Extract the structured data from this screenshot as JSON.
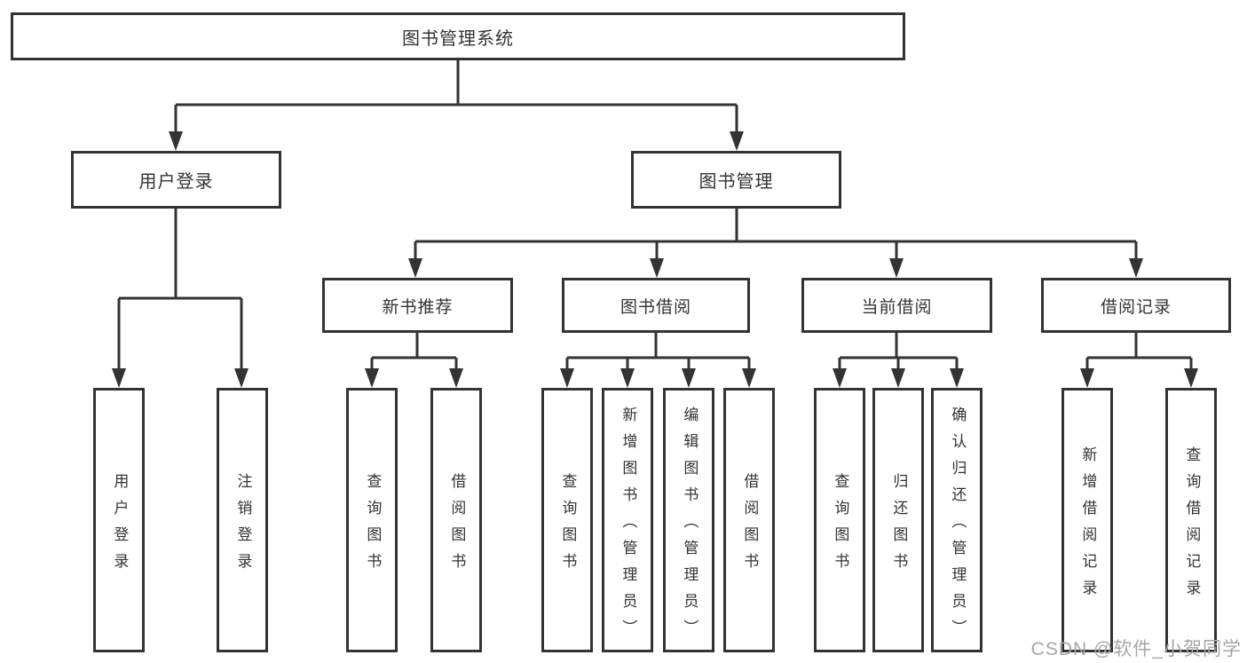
{
  "diagram": {
    "root": {
      "label": "图书管理系统"
    },
    "level2": {
      "user_login": {
        "label": "用户登录"
      },
      "book_mgmt": {
        "label": "图书管理"
      }
    },
    "level3": [
      {
        "label": "新书推荐"
      },
      {
        "label": "图书借阅"
      },
      {
        "label": "当前借阅"
      },
      {
        "label": "借阅记录"
      }
    ],
    "leaves": [
      {
        "label": "用户登录"
      },
      {
        "label": "注销登录"
      },
      {
        "label": "查询图书"
      },
      {
        "label": "借阅图书"
      },
      {
        "label": "查询图书"
      },
      {
        "label": "新增图书（管理员）"
      },
      {
        "label": "编辑图书（管理员）"
      },
      {
        "label": "借阅图书"
      },
      {
        "label": "查询图书"
      },
      {
        "label": "归还图书"
      },
      {
        "label": "确认归还（管理员）"
      },
      {
        "label": "新增借阅记录"
      },
      {
        "label": "查询借阅记录"
      }
    ]
  },
  "watermark": "CSDN @软件_小贺同学",
  "colors": {
    "line": "#333333",
    "text": "#333333",
    "background": "#ffffff",
    "watermark": "#a6a6a6"
  }
}
